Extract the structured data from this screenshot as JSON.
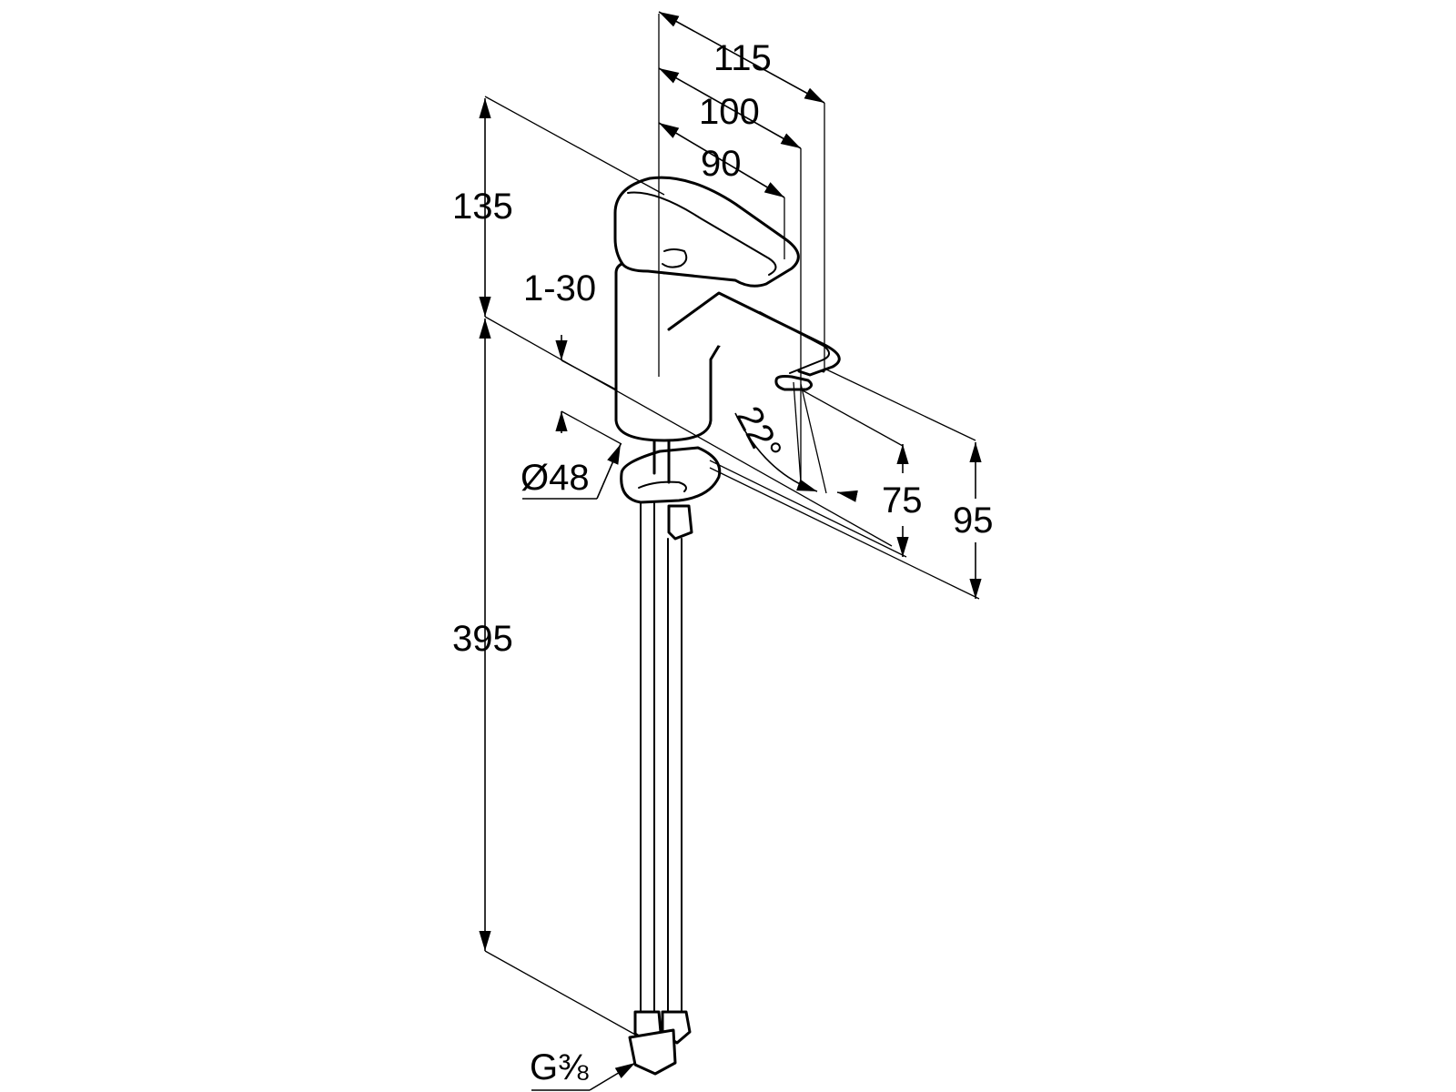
{
  "dimensions": {
    "width_115": "115",
    "width_100": "100",
    "width_90": "90",
    "height_135": "135",
    "deck_thickness": "1-30",
    "height_395": "395",
    "diameter": "Ø48",
    "angle": "22°",
    "spout_height_75": "75",
    "height_95": "95",
    "thread": "G⅜"
  },
  "colors": {
    "line": "#000000",
    "background": "#ffffff"
  }
}
